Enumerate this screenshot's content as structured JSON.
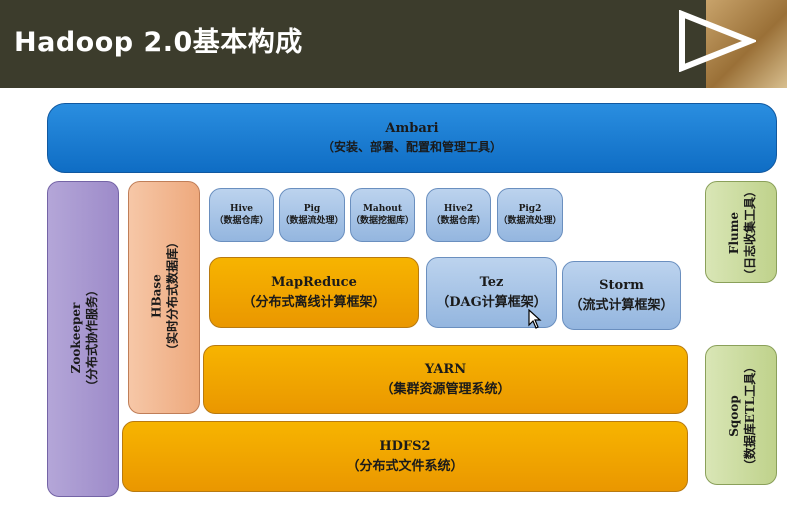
{
  "header": {
    "title": "Hadoop 2.0基本构成"
  },
  "blocks": {
    "ambari": {
      "name": "Ambari",
      "desc": "（安装、部署、配置和管理工具）"
    },
    "zookeeper": {
      "name": "Zookeeper",
      "desc": "（分布式协作服务）"
    },
    "hbase": {
      "name": "HBase",
      "desc": "（实时分布式数据库）"
    },
    "hive": {
      "name": "Hive",
      "desc": "（数据仓库）"
    },
    "pig": {
      "name": "Pig",
      "desc": "（数据流处理）"
    },
    "mahout": {
      "name": "Mahout",
      "desc": "（数据挖掘库）"
    },
    "hive2": {
      "name": "Hive2",
      "desc": "（数据仓库）"
    },
    "pig2": {
      "name": "Pig2",
      "desc": "（数据流处理）"
    },
    "mapreduce": {
      "name": "MapReduce",
      "desc": "（分布式离线计算框架）"
    },
    "tez": {
      "name": "Tez",
      "desc": "（DAG计算框架）"
    },
    "storm": {
      "name": "Storm",
      "desc": "（流式计算框架）"
    },
    "yarn": {
      "name": "YARN",
      "desc": "（集群资源管理系统）"
    },
    "hdfs2": {
      "name": "HDFS2",
      "desc": "（分布式文件系统）"
    },
    "flume": {
      "name": "Flume",
      "desc": "（日志收集工具）"
    },
    "sqoop": {
      "name": "Sqoop",
      "desc": "（数据库ETL工具）"
    }
  },
  "colors": {
    "header_bg": "#3c3c2c",
    "ambari": "#1a7fd6",
    "orange": "#f2a600",
    "lightblue": "#a9c5e8",
    "purple": "#a898cf",
    "peach": "#f2b893",
    "green": "#cddda0"
  }
}
